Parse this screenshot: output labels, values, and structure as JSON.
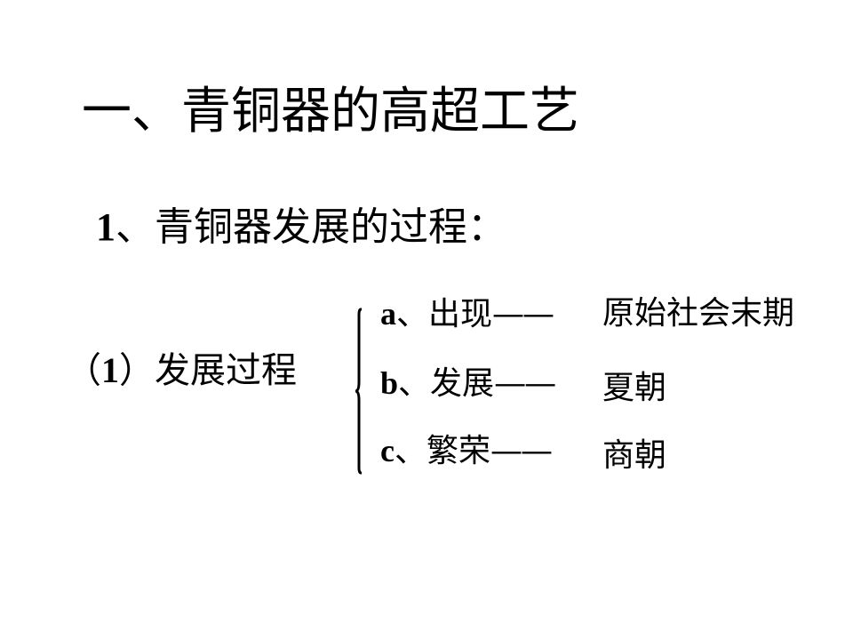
{
  "title": "一、青铜器的高超工艺",
  "section": {
    "number": "1",
    "text": "、青铜器发展的过程："
  },
  "item": {
    "open_paren": "（",
    "number": "1",
    "close_paren": "）",
    "label": "发展过程"
  },
  "stages": [
    {
      "letter": "a",
      "sep": "、",
      "name": "出现",
      "dash": "——",
      "period": "原始社会末期"
    },
    {
      "letter": "b",
      "sep": "、",
      "name": "发展",
      "dash": "——",
      "period": "夏朝"
    },
    {
      "letter": "c",
      "sep": "、",
      "name": "繁荣",
      "dash": "——",
      "period": "商朝"
    }
  ]
}
